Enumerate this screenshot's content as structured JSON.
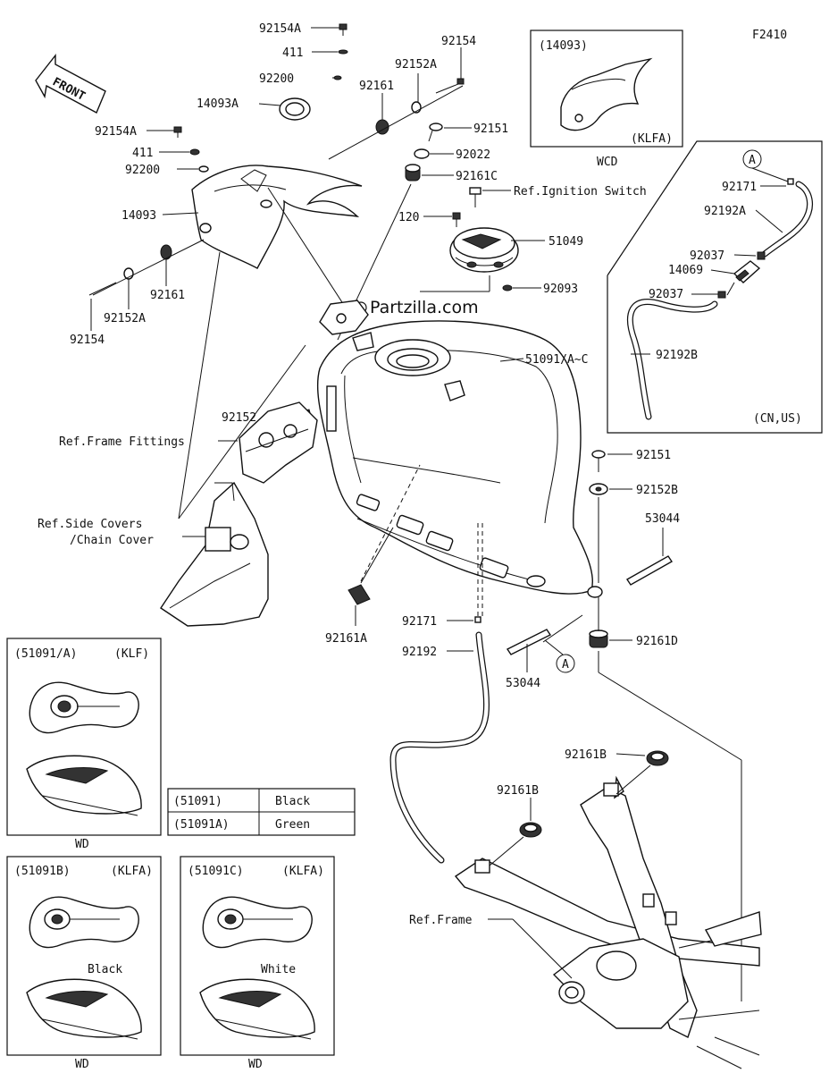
{
  "figure_code": "F2410",
  "front_arrow": "FRONT",
  "watermark": "Partzilla.com",
  "part_labels": {
    "p92154A_top": "92154A",
    "p411_top": "411",
    "p92200_top": "92200",
    "p14093A": "14093A",
    "p92154_top": "92154",
    "p92152A_top": "92152A",
    "p92161_top": "92161",
    "p92151_top": "92151",
    "p92022": "92022",
    "p92161C": "92161C",
    "ref_ignition": "Ref.Ignition Switch",
    "p92154A_left": "92154A",
    "p411_left": "411",
    "p92200_left": "92200",
    "p14093": "14093",
    "p120": "120",
    "p51049": "51049",
    "p92093": "92093",
    "p92161_left": "92161",
    "p92152A_left": "92152A",
    "p92154_left": "92154",
    "p51091": "51091/A~C",
    "p92152": "92152",
    "ref_frame_fittings": "Ref.Frame Fittings",
    "ref_side_covers_1": "Ref.Side Covers",
    "ref_side_covers_2": "/Chain Cover",
    "p92161A": "92161A",
    "p92151_right": "92151",
    "p92152B": "92152B",
    "p53044_right": "53044",
    "p92171_mid": "92171",
    "p92192": "92192",
    "p53044_mid": "53044",
    "circle_A": "A",
    "p92161D": "92161D",
    "p92161B_right": "92161B",
    "p92161B_mid": "92161B",
    "ref_frame": "Ref.Frame"
  },
  "wcd_inset": {
    "code": "(14093)",
    "variant": "(KLFA)",
    "caption": "WCD"
  },
  "canister_inset": {
    "circle": "A",
    "p92171": "92171",
    "p92192A": "92192A",
    "p92037a": "92037",
    "p14069": "14069",
    "p92037b": "92037",
    "p92192B": "92192B",
    "region": "(CN,US)"
  },
  "color_table": [
    {
      "code": "(51091)",
      "color": "Black"
    },
    {
      "code": "(51091A)",
      "color": "Green"
    }
  ],
  "variant_insets": [
    {
      "code": "(51091/A)",
      "variant": "(KLF)",
      "caption": "WD",
      "color_note": ""
    },
    {
      "code": "(51091B)",
      "variant": "(KLFA)",
      "caption": "WD",
      "color_note": "Black"
    },
    {
      "code": "(51091C)",
      "variant": "(KLFA)",
      "caption": "WD",
      "color_note": "White"
    }
  ]
}
